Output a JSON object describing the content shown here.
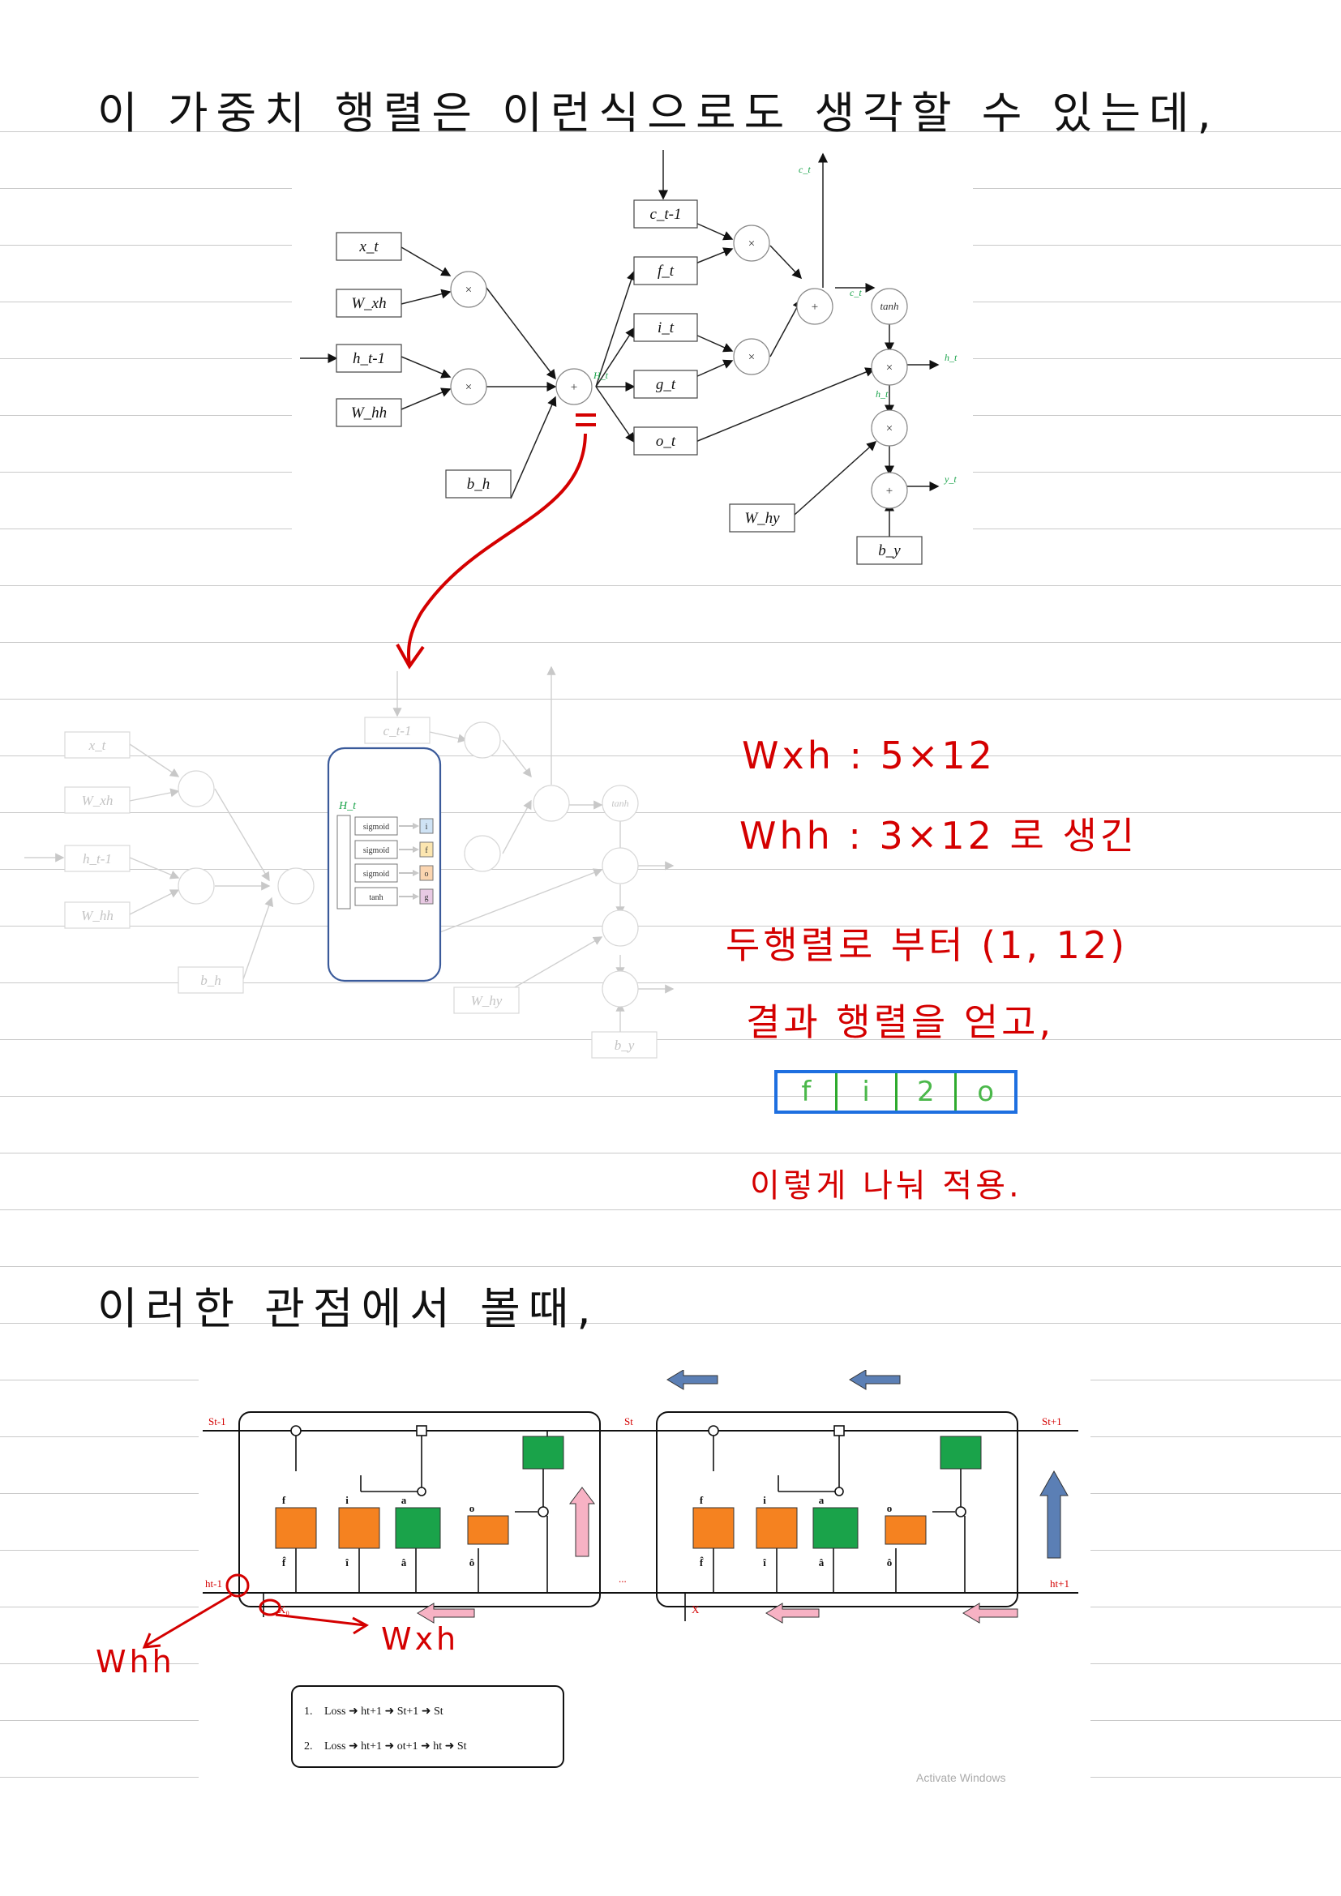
{
  "heading_top": "이 가중치 행렬은 이런식으로도 생각할 수 있는데,",
  "heading_bottom": "이러한 관점에서 볼때,",
  "diagram1": {
    "inputs": [
      "x_t",
      "W_xh",
      "h_t-1",
      "W_hh",
      "b_h"
    ],
    "gates": [
      "c_t-1",
      "f_t",
      "i_t",
      "g_t",
      "o_t"
    ],
    "outputs": [
      "W_hy",
      "b_y"
    ],
    "signals": {
      "H": "H_t",
      "c": "c_t",
      "h": "h_t",
      "y": "y_t",
      "tanh": "tanh"
    },
    "ops": {
      "mul": "×",
      "add": "+"
    },
    "equals_mark": "="
  },
  "diagram2": {
    "box_label": "H_t",
    "rows": [
      {
        "fn": "sigmoid",
        "gate": "i",
        "color": "#cfe3f5"
      },
      {
        "fn": "sigmoid",
        "gate": "f",
        "color": "#fce6b0"
      },
      {
        "fn": "sigmoid",
        "gate": "o",
        "color": "#fbd5b0"
      },
      {
        "fn": "tanh",
        "gate": "g",
        "color": "#e8c9e3"
      }
    ]
  },
  "notes": {
    "line1": "Wxh : 5×12",
    "line2": "Whh : 3×12  로 생긴",
    "line3": "두행렬로 부터 (1, 12)",
    "line4": "결과 행렬을 얻고,",
    "strip": [
      "f",
      "i",
      "2",
      "o"
    ],
    "line5": "이렇게 나눠 적용."
  },
  "diagram3": {
    "state_labels": [
      "St-1",
      "St",
      "St+1"
    ],
    "hidden_labels": [
      "ht-1",
      "ht+1"
    ],
    "gate_labels": [
      "f",
      "i",
      "a",
      "o"
    ],
    "hat_labels": [
      "f̂",
      "î",
      "â",
      "ô"
    ],
    "input_labels": [
      "X₀",
      "X"
    ],
    "ellipsis": "...",
    "legend": [
      {
        "num": "1.",
        "text": "Loss ➜ ht+1 ➜ St+1 ➜ St"
      },
      {
        "num": "2.",
        "text": "Loss ➜ ht+1 ➜ ot+1 ➜ ht ➜ St"
      }
    ],
    "annot_whh": "Whh",
    "annot_wxh": "Wxh",
    "watermark": "Activate Windows",
    "colors": {
      "orange": "#f58220",
      "green": "#1aa34a",
      "pink": "#f7b2c4",
      "blue": "#5b7fb5"
    }
  }
}
